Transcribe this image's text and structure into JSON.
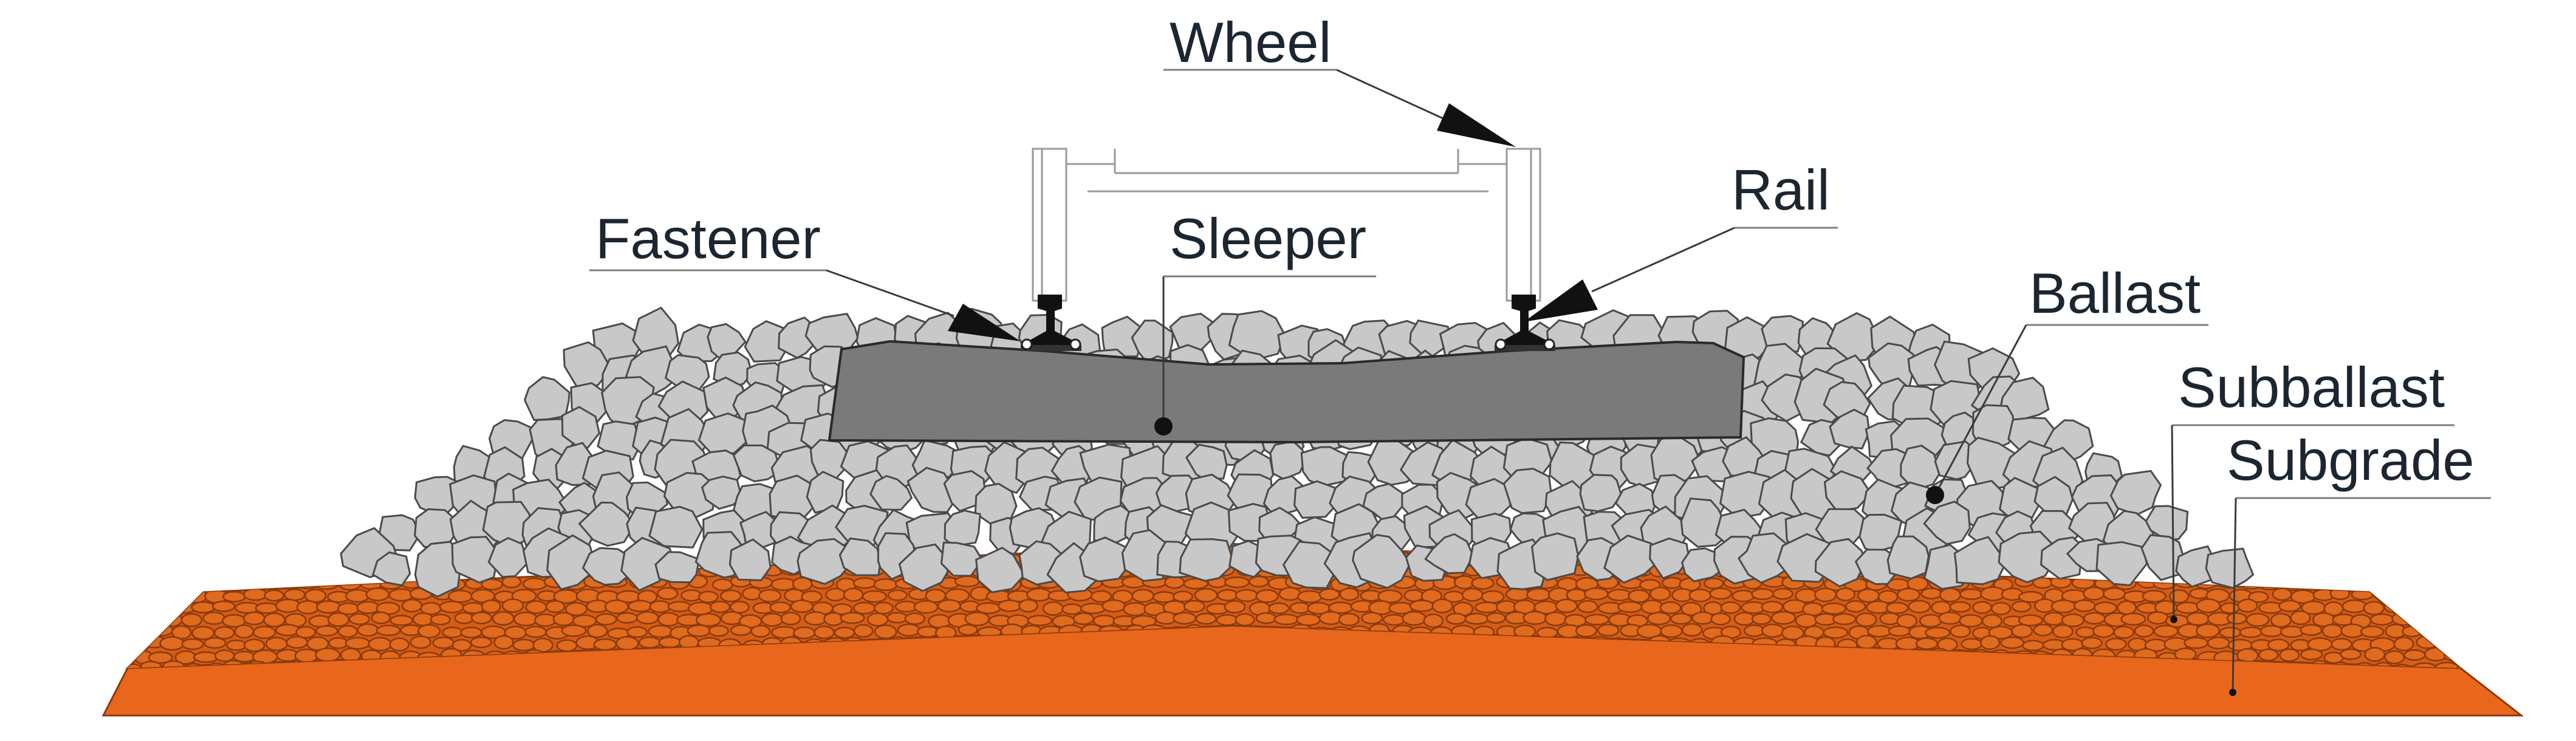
{
  "diagram": {
    "labels": {
      "wheel": "Wheel",
      "fastener": "Fastener",
      "sleeper": "Sleeper",
      "rail": "Rail",
      "ballast": "Ballast",
      "subballast": "Subballast",
      "subgrade": "Subgrade"
    },
    "colors": {
      "subgrade": "#e8671c",
      "subballast_pebble": "#e06a1e",
      "pebble_outline": "#8a3a0c",
      "ballast_stone": "#c8c8c8",
      "sleeper": "#7a7a7a",
      "rail": "#111111",
      "label_text": "#1c2630"
    }
  }
}
